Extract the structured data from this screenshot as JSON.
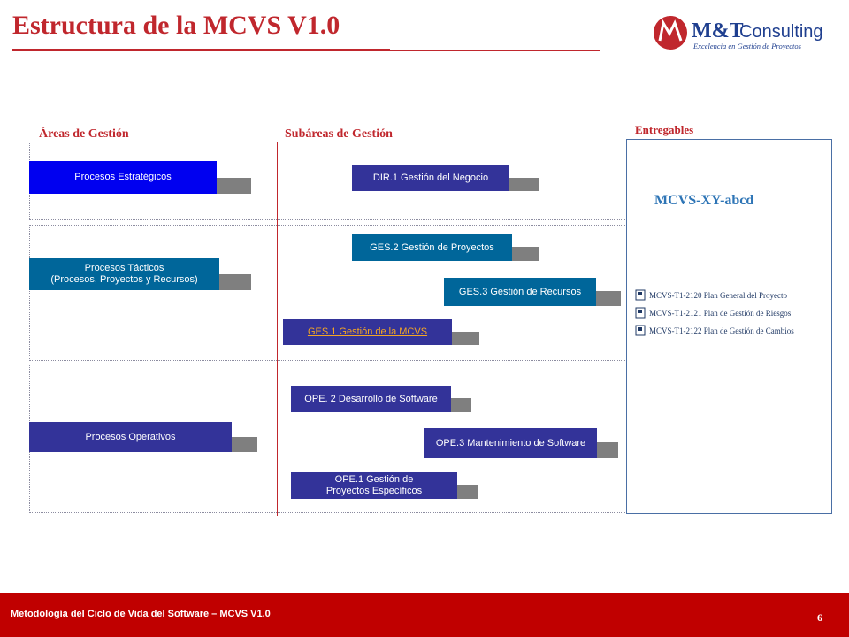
{
  "header": {
    "title": "Estructura de la MCVS V1.0",
    "logo_brand_mt": "M&T",
    "logo_brand_consulting": "Consulting",
    "logo_tagline": "Excelencia en Gestión de Proyectos",
    "colors": {
      "brand_red": "#c0272d",
      "brand_blue": "#1f3f8f"
    }
  },
  "columns": {
    "areas": "Áreas de Gestión",
    "subareas": "Subáreas de Gestión",
    "entregables": "Entregables"
  },
  "areas": {
    "estrategicos": "Procesos Estratégicos",
    "tacticos_line1": "Procesos Tácticos",
    "tacticos_line2": "(Procesos, Proyectos y Recursos)",
    "operativos": "Procesos Operativos"
  },
  "subareas": {
    "dir1": "DIR.1 Gestión del Negocio",
    "ges2": "GES.2 Gestión de Proyectos",
    "ges3": "GES.3 Gestión de Recursos",
    "ges1": "GES.1 Gestión de la MCVS",
    "ope2": "OPE. 2 Desarrollo de Software",
    "ope3": "OPE.3 Mantenimiento de Software",
    "ope1_line1": "OPE.1 Gestión de",
    "ope1_line2": "Proyectos Específicos"
  },
  "entregables": {
    "code": "MCVS-XY-abcd",
    "documents": [
      "MCVS-T1-2120 Plan General del Proyecto",
      "MCVS-T1-2121 Plan de Gestión de Riesgos",
      "MCVS-T1-2122 Plan de Gestión de Cambios"
    ],
    "document_icon": "document-icon"
  },
  "footer": {
    "text": "Metodología del Ciclo de Vida  del Software – MCVS V1.0",
    "page": "6"
  }
}
